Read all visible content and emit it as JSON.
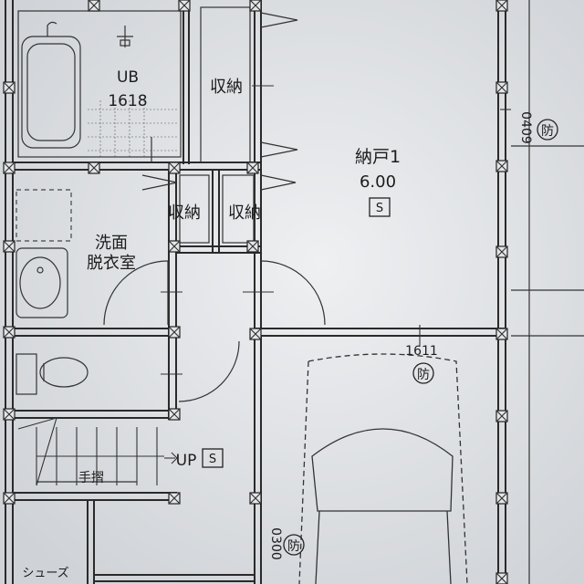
{
  "rooms": {
    "bath": {
      "name": "UB",
      "code": "1618"
    },
    "storage_top": "収納",
    "storage_mid_left": "収納",
    "storage_mid_right": "収納",
    "closet": {
      "name": "納戸1",
      "area": "6.00",
      "tag": "S"
    },
    "washroom": {
      "line1": "洗面",
      "line2": "脱衣室"
    },
    "shoes": "シューズ"
  },
  "annotations": {
    "code_top_right": "0409",
    "code_mid": "1611",
    "code_bottom": "0300",
    "fire_mark": "防",
    "stairs_up": "UP",
    "stairs_tag": "S",
    "handrail": "手摺"
  }
}
